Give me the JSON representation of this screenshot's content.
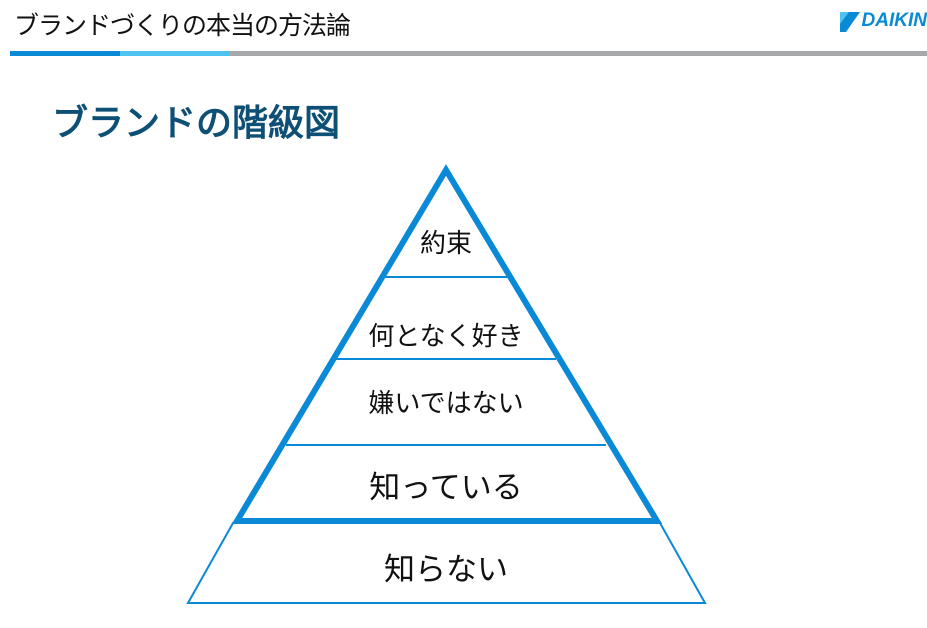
{
  "header": {
    "title": "ブランドづくりの本当の方法論",
    "logo_text": "DAIKIN"
  },
  "slide": {
    "title": "ブランドの階級図"
  },
  "pyramid": {
    "levels": [
      "約束",
      "何となく好き",
      "嫌いではない",
      "知っている",
      "知らない"
    ]
  },
  "colors": {
    "accent": "#0a8ad6",
    "accent_light": "#4fc3f0",
    "rule_gray": "#a6a8a9",
    "title": "#0d4f75"
  }
}
